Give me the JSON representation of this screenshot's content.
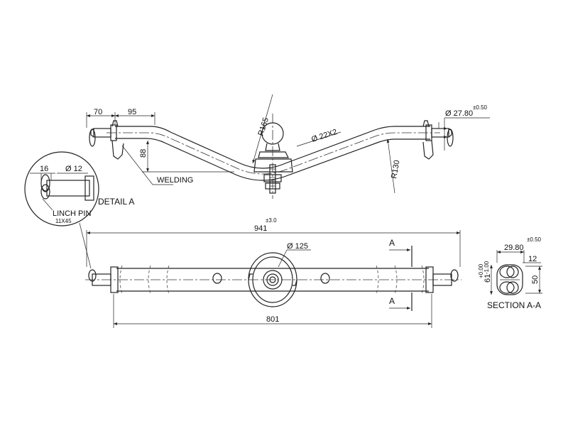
{
  "dimensions": {
    "d70": "70",
    "d95": "95",
    "d88": "88",
    "r165": "R165",
    "r130": "R130",
    "d2780": "Ø 27.80",
    "d2780_tol": "±0.50",
    "d22x2": "Ø 22X2",
    "d16": "16",
    "d12": "Ø 12",
    "d941": "941",
    "d941_tol": "±3.0",
    "d801": "801",
    "d125": "Ø 125",
    "d2980": "29.80",
    "d2980_tol": "±0.50",
    "d12b": "12",
    "d61": "61",
    "d61_tol_plus": "+0.00",
    "d61_tol_minus": "-1.00",
    "d50": "50"
  },
  "labels": {
    "welding": "WELDING",
    "detail_a": "DETAIL A",
    "linch_pin": "LINCH PIN",
    "linch_pin_size": "11X45",
    "section_a": "A",
    "section_a_a": "SECTION A-A"
  }
}
